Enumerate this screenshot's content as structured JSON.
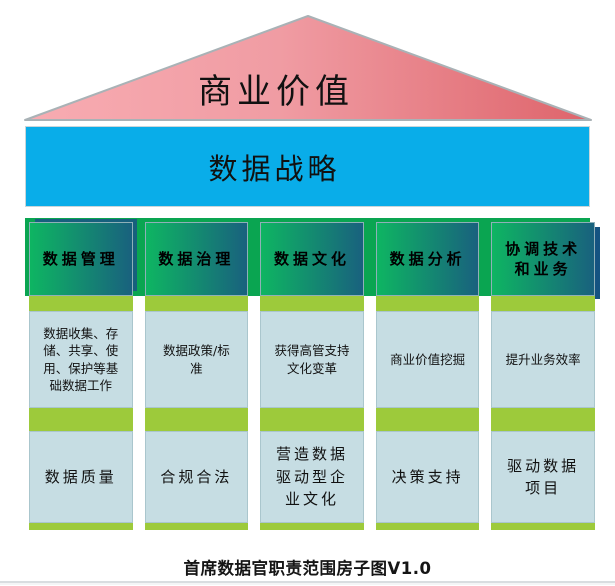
{
  "roof": {
    "label": "商业价值"
  },
  "strategy": {
    "label": "数据战略"
  },
  "pillars": [
    {
      "header": "数据管理",
      "middle": "数据收集、存\n储、共享、使\n用、保护等基\n础数据工作",
      "bottom": "数据质量"
    },
    {
      "header": "数据治理",
      "middle": "数据政策/标\n准",
      "bottom": "合规合法"
    },
    {
      "header": "数据文化",
      "middle": "获得高管支持\n文化变革",
      "bottom": "营造数据\n驱动型企\n业文化"
    },
    {
      "header": "数据分析",
      "middle": "商业价值挖掘",
      "bottom": "决策支持"
    },
    {
      "header": "协调技术\n和业务",
      "middle": "提升业务效率",
      "bottom": "驱动数据\n项目"
    }
  ],
  "caption": "首席数据官职责范围房子图V1.0",
  "colors": {
    "roof_gradient_start": "#F8ACB2",
    "roof_gradient_end": "#DE646B",
    "roof_outline": "#A9B2B6",
    "strategy_bar": "#09ADE9",
    "pillar_backdrop": "#0AA551",
    "header_gradient_start": "#0EB562",
    "header_gradient_end": "#19617E",
    "separator_strip": "#9DCA3B",
    "cell_background": "#C6DDE3"
  }
}
